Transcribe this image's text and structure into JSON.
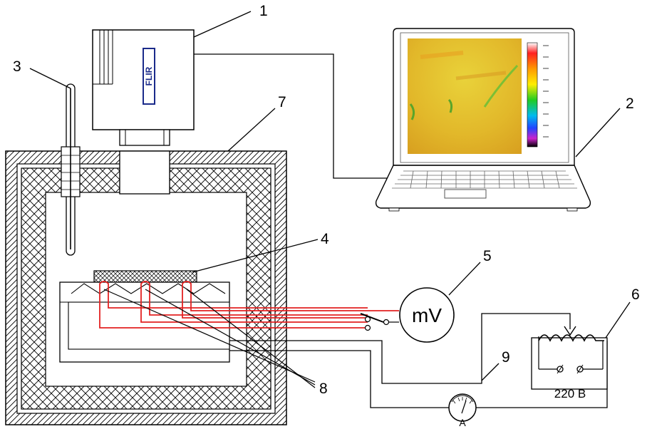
{
  "labels": {
    "l1": "1",
    "l2": "2",
    "l3": "3",
    "l4": "4",
    "l5": "5",
    "l6": "6",
    "l7": "7",
    "l8": "8",
    "l9": "9"
  },
  "camera": {
    "brand": "FLIR"
  },
  "millivoltmeter": {
    "text": "mV"
  },
  "ammeter": {
    "text": "A"
  },
  "supply": {
    "text": "220 B"
  },
  "colors": {
    "thermocouple_wire": "#e32222",
    "line": "#000000",
    "thermal_image_base": "#e6c21e"
  }
}
